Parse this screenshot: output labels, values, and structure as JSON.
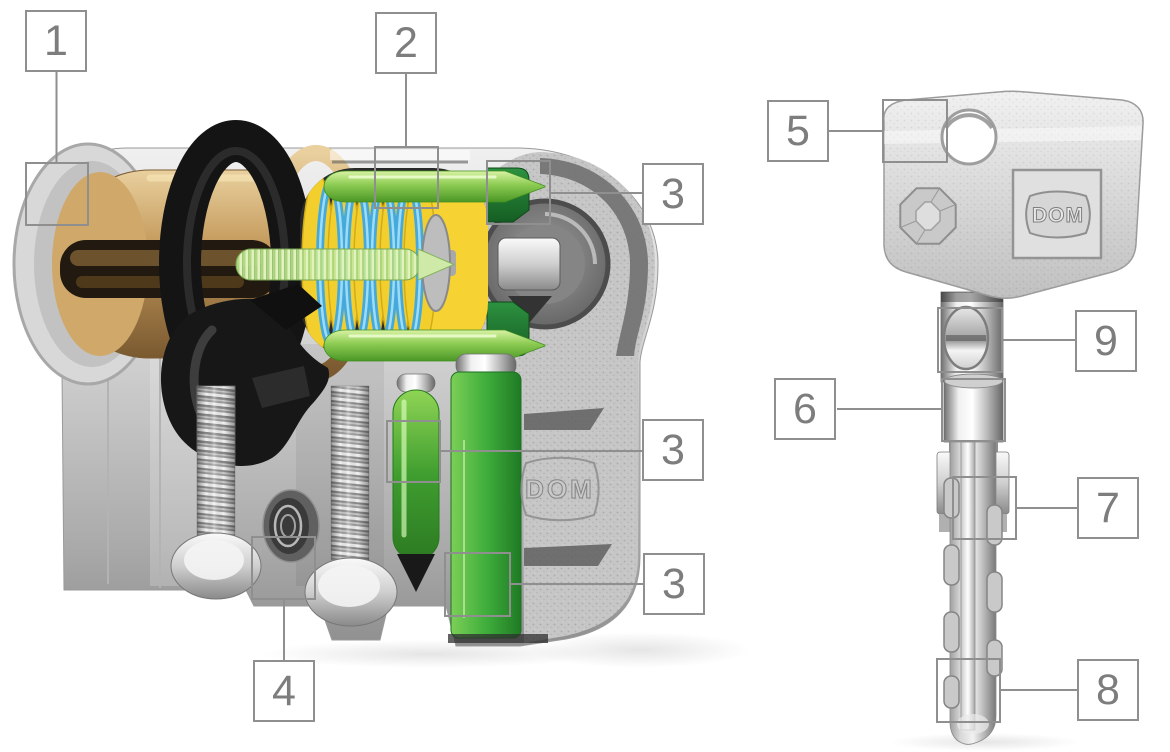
{
  "figures": {
    "cylinder": {
      "name": "lock cylinder cutaway",
      "embossed_logo_text": "DOM"
    },
    "key": {
      "name": "key",
      "logo_plate_text": "DOM"
    }
  },
  "callouts": [
    {
      "id": "1",
      "label": "1"
    },
    {
      "id": "2",
      "label": "2"
    },
    {
      "id": "3a",
      "label": "3"
    },
    {
      "id": "3b",
      "label": "3"
    },
    {
      "id": "3c",
      "label": "3"
    },
    {
      "id": "4",
      "label": "4"
    },
    {
      "id": "5",
      "label": "5"
    },
    {
      "id": "6",
      "label": "6"
    },
    {
      "id": "7",
      "label": "7"
    },
    {
      "id": "8",
      "label": "8"
    },
    {
      "id": "9",
      "label": "9"
    }
  ],
  "colors": {
    "background": "#ffffff",
    "callout_border": "#8f8f8f",
    "callout_text": "#7d7d7d",
    "body_silver": "#c9c9c9",
    "plug_brass": "#b6945f",
    "spring_blue": "#45a9dc",
    "disc_yellow": "#f6d232",
    "pin_green": "#3fae3c",
    "clip_dark_green": "#2d9140"
  }
}
